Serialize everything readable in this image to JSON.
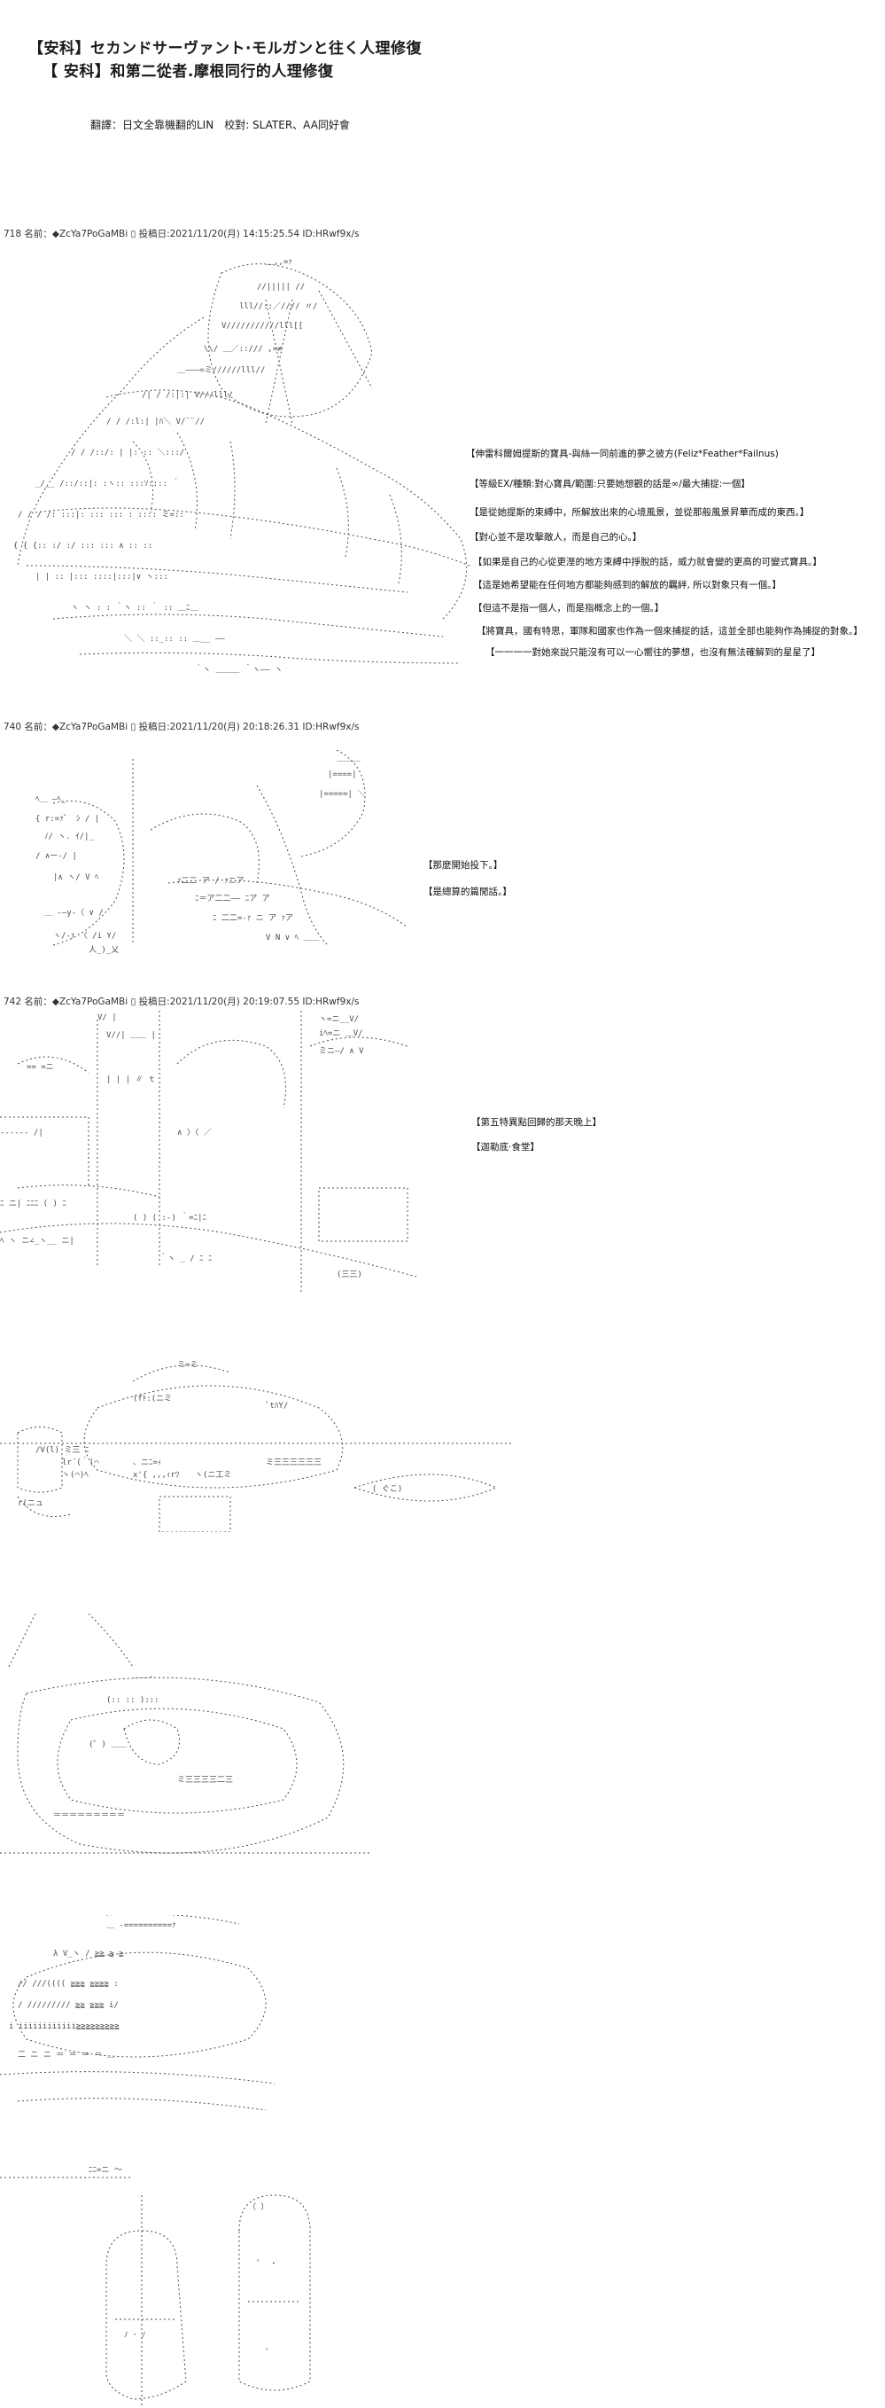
{
  "header": {
    "title_line1": "【安科】セカンドサーヴァント·モルガンと往く人理修復",
    "title_line2": "【 安科】和第二從者.摩根同行的人理修復",
    "credits": "翻譯：日文全靠機翻的LIN　校對: SLATER、AA同好會"
  },
  "posts": [
    {
      "meta": "718 名前：◆ZcYa7PoGaMBi ▯ 投稿日:2021/11/20(月) 14:15:25.54 ID:HRwf9x/s",
      "notes": [
        "【伸雷科爾姆提斯的寶具-與絲一同前進的夢之彼方(Feliz*Feather*Failnus)",
        "【等級EX/種類:對心寶具/範圍:只要她想觀的話是∞/最大捕捉:一個】",
        "【是從她提斯的束縛中，所解放出來的心境風景，並從那般風景昇華而成的東西。】",
        "【對心並不是攻擊敵人，而是自己的心。】",
        "【如果是自己的心從更溼的地方束縛中掙脫的話，威力就會變的更高的可變式寶具。】",
        "【這是她希望能在任何地方都能夠感到的解放的羈絆, 所以對象只有一個。】",
        "【但這不是指一個人，而是指概念上的一個。】",
        "【將寶具，國有特思，軍隊和國家也作為一個來捕捉的話，這並全部也能夠作為捕捉的對象。】",
        "【一一一一對她來說只能沒有可以一心嚮往的夢想，也沒有無法確解到的星星了】"
      ]
    },
    {
      "meta": "740 名前：◆ZcYa7PoGaMBi ▯ 投稿日:2021/11/20(月) 20:18:26.31 ID:HRwf9x/s",
      "notes": [
        "【那麼開始投下。】",
        "【是總算的篇閒話。】"
      ]
    },
    {
      "meta": "742 名前：◆ZcYa7PoGaMBi ▯ 投稿日:2021/11/20(月) 20:19:07.55 ID:HRwf9x/s",
      "notes": [
        "【第五特異點回歸的那天晚上】",
        "【迦勒底·食堂】"
      ]
    }
  ],
  "art_fragments": [
    "ミ=ミ",
    "(fﾄ:(ニミ",
    "ﾟtﾊY/",
    "lr´(｀(⌒",
    "ヽ(⌒)ﾍ",
    "、ニﾆ=ｨ",
    "x'{ ,,,ｨrﾂ",
    "ヽ(ニ工ミ",
    "r(ニュ",
    "( ぐこ)"
  ],
  "colors": {
    "text": "#1a1a1a",
    "art": "#4a4a4a",
    "background": "#ffffff"
  }
}
